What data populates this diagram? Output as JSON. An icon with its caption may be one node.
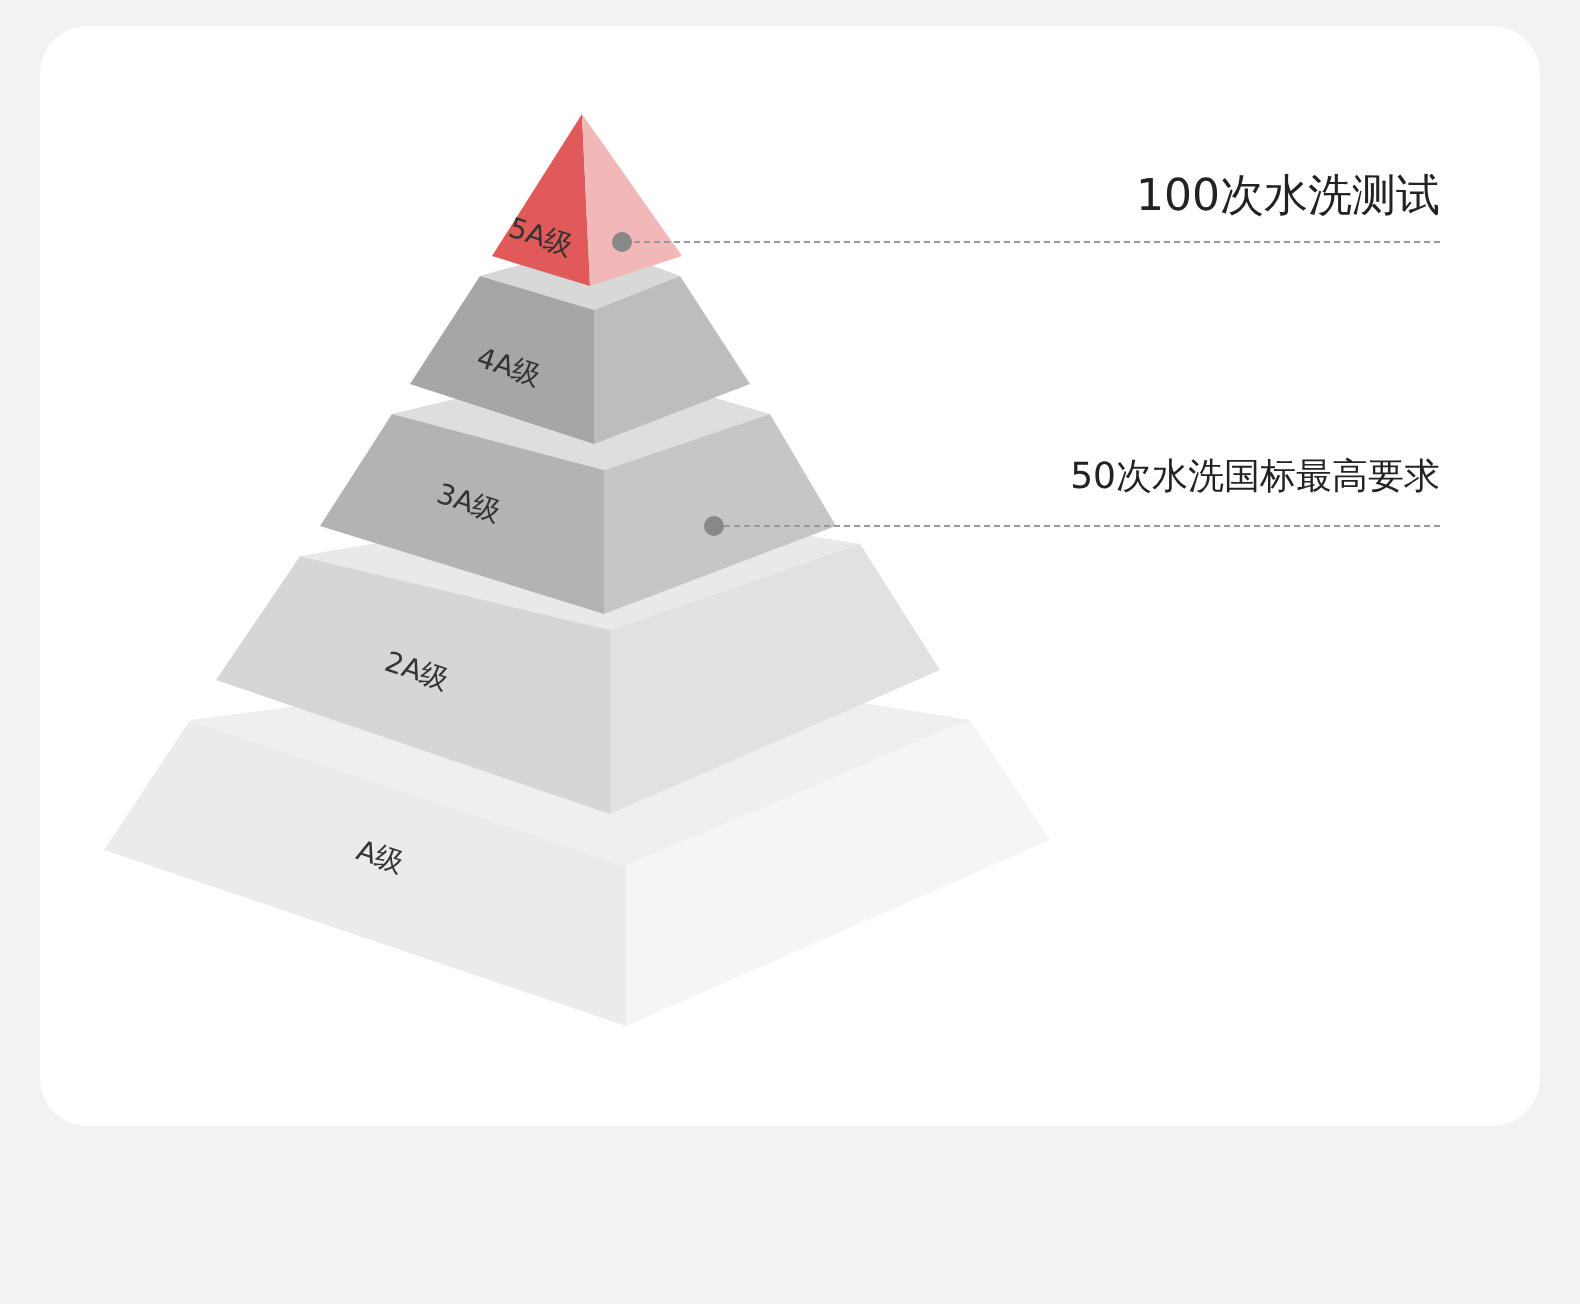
{
  "diagram": {
    "nodes": [
      {
        "text": [
          "5A级"
        ]
      },
      {
        "text": [
          "4A级"
        ]
      },
      {
        "text": [
          "3A级"
        ]
      },
      {
        "text": [
          "2A级"
        ]
      },
      {
        "text": [
          "A级"
        ]
      },
      {
        "text": [
          "100次水洗测试"
        ]
      },
      {
        "text": [
          "50次水洗国标最高要求"
        ]
      }
    ],
    "edges": [
      {
        "from": 5,
        "to": 0,
        "arrow": "other",
        "style": "dashed"
      },
      {
        "from": 6,
        "to": 2,
        "arrow": "other",
        "style": "dashed"
      }
    ]
  }
}
